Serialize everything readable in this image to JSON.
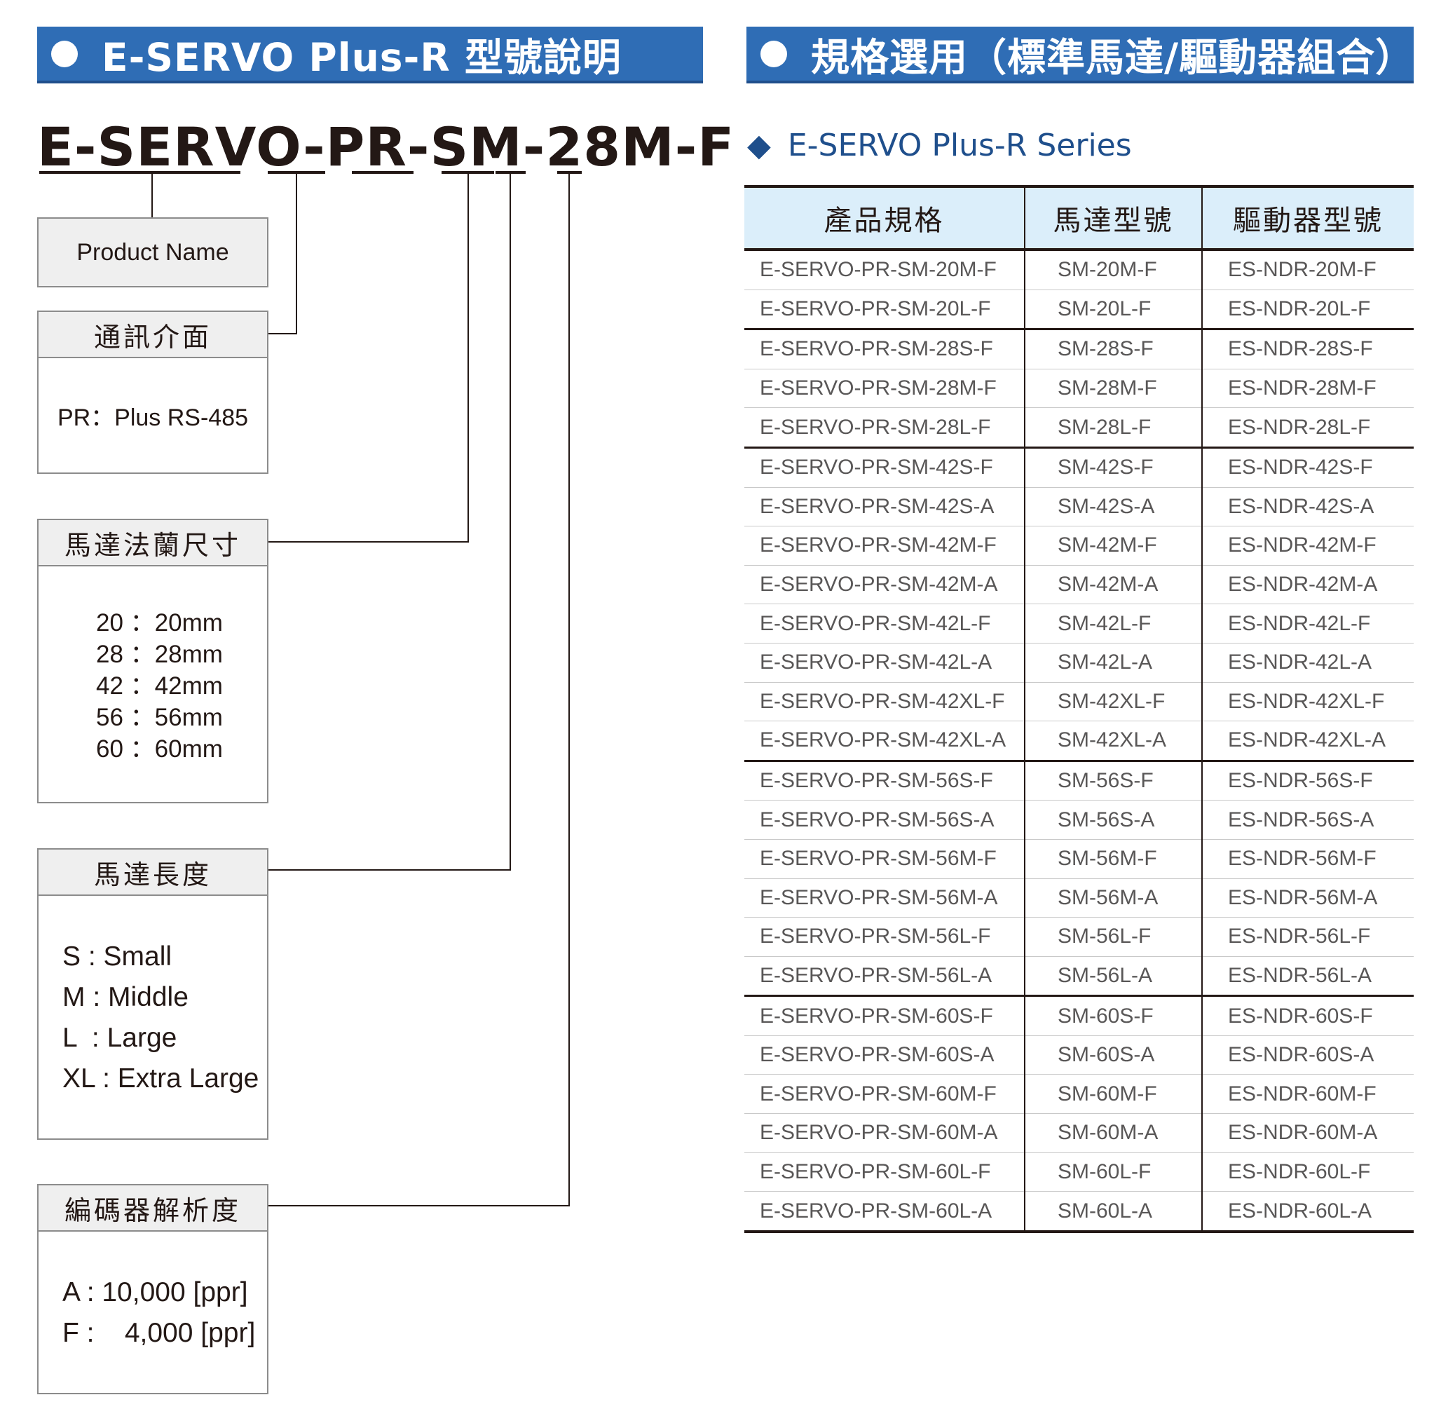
{
  "left_banner": {
    "title": "E-SERVO Plus-R 型號說明"
  },
  "right_banner": {
    "title": "規格選用（標準馬達/驅動器組合）"
  },
  "model_code": "E-SERVO-PR-SM-28M-F",
  "product_name_label": "Product Name",
  "comm": {
    "header": "通訊介面",
    "value": "PR：Plus RS-485"
  },
  "flange": {
    "header": "馬達法蘭尺寸",
    "items": [
      "20 ：20mm",
      "28 ：28mm",
      "42 ：42mm",
      "56 ：56mm",
      "60 ：60mm"
    ]
  },
  "length": {
    "header": "馬達長度",
    "items": [
      "S : Small",
      "M : Middle",
      "L  : Large",
      "XL : Extra Large"
    ]
  },
  "encoder": {
    "header": "編碼器解析度",
    "items": [
      "A : 10,000 [ppr]",
      "F :    4,000 [ppr]"
    ]
  },
  "series_title": "E-SERVO Plus-R Series",
  "table": {
    "headers": [
      "產品規格",
      "馬達型號",
      "驅動器型號"
    ],
    "rows": [
      [
        "E-SERVO-PR-SM-20M-F",
        "SM-20M-F",
        "ES-NDR-20M-F"
      ],
      [
        "E-SERVO-PR-SM-20L-F",
        "SM-20L-F",
        "ES-NDR-20L-F"
      ],
      [
        "E-SERVO-PR-SM-28S-F",
        "SM-28S-F",
        "ES-NDR-28S-F"
      ],
      [
        "E-SERVO-PR-SM-28M-F",
        "SM-28M-F",
        "ES-NDR-28M-F"
      ],
      [
        "E-SERVO-PR-SM-28L-F",
        "SM-28L-F",
        "ES-NDR-28L-F"
      ],
      [
        "E-SERVO-PR-SM-42S-F",
        "SM-42S-F",
        "ES-NDR-42S-F"
      ],
      [
        "E-SERVO-PR-SM-42S-A",
        "SM-42S-A",
        "ES-NDR-42S-A"
      ],
      [
        "E-SERVO-PR-SM-42M-F",
        "SM-42M-F",
        "ES-NDR-42M-F"
      ],
      [
        "E-SERVO-PR-SM-42M-A",
        "SM-42M-A",
        "ES-NDR-42M-A"
      ],
      [
        "E-SERVO-PR-SM-42L-F",
        "SM-42L-F",
        "ES-NDR-42L-F"
      ],
      [
        "E-SERVO-PR-SM-42L-A",
        "SM-42L-A",
        "ES-NDR-42L-A"
      ],
      [
        "E-SERVO-PR-SM-42XL-F",
        "SM-42XL-F",
        "ES-NDR-42XL-F"
      ],
      [
        "E-SERVO-PR-SM-42XL-A",
        "SM-42XL-A",
        "ES-NDR-42XL-A"
      ],
      [
        "E-SERVO-PR-SM-56S-F",
        "SM-56S-F",
        "ES-NDR-56S-F"
      ],
      [
        "E-SERVO-PR-SM-56S-A",
        "SM-56S-A",
        "ES-NDR-56S-A"
      ],
      [
        "E-SERVO-PR-SM-56M-F",
        "SM-56M-F",
        "ES-NDR-56M-F"
      ],
      [
        "E-SERVO-PR-SM-56M-A",
        "SM-56M-A",
        "ES-NDR-56M-A"
      ],
      [
        "E-SERVO-PR-SM-56L-F",
        "SM-56L-F",
        "ES-NDR-56L-F"
      ],
      [
        "E-SERVO-PR-SM-56L-A",
        "SM-56L-A",
        "ES-NDR-56L-A"
      ],
      [
        "E-SERVO-PR-SM-60S-F",
        "SM-60S-F",
        "ES-NDR-60S-F"
      ],
      [
        "E-SERVO-PR-SM-60S-A",
        "SM-60S-A",
        "ES-NDR-60S-A"
      ],
      [
        "E-SERVO-PR-SM-60M-F",
        "SM-60M-F",
        "ES-NDR-60M-F"
      ],
      [
        "E-SERVO-PR-SM-60M-A",
        "SM-60M-A",
        "ES-NDR-60M-A"
      ],
      [
        "E-SERVO-PR-SM-60L-F",
        "SM-60L-F",
        "ES-NDR-60L-F"
      ],
      [
        "E-SERVO-PR-SM-60L-A",
        "SM-60L-A",
        "ES-NDR-60L-A"
      ]
    ],
    "group_ends": [
      1,
      4,
      12,
      18
    ]
  },
  "colors": {
    "banner_blue": "#2f6db5",
    "series_blue": "#1f4f8c",
    "table_header_bg": "#dbeefa",
    "box_header_bg": "#efefef"
  },
  "icons": {
    "banner_bullet": "white-circle-icon",
    "series_bullet": "diamond-icon"
  }
}
